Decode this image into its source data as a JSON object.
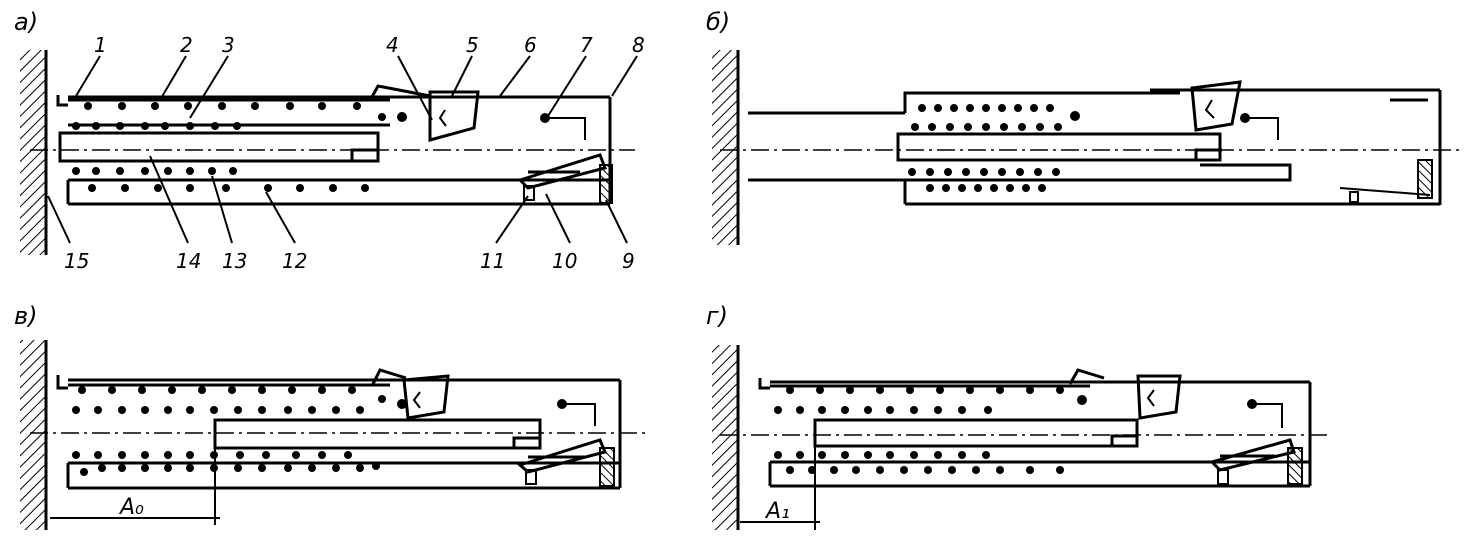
{
  "panels": {
    "a": {
      "title": "а)"
    },
    "b": {
      "title": "б)"
    },
    "v": {
      "title": "в)"
    },
    "g": {
      "title": "г)"
    }
  },
  "callouts": [
    "1",
    "2",
    "3",
    "4",
    "5",
    "6",
    "7",
    "8",
    "9",
    "10",
    "11",
    "12",
    "13",
    "14",
    "15"
  ],
  "dimensions": {
    "a0": "A₀",
    "a1": "A₁"
  },
  "colors": {
    "ink": "#000000",
    "paper": "#ffffff"
  }
}
